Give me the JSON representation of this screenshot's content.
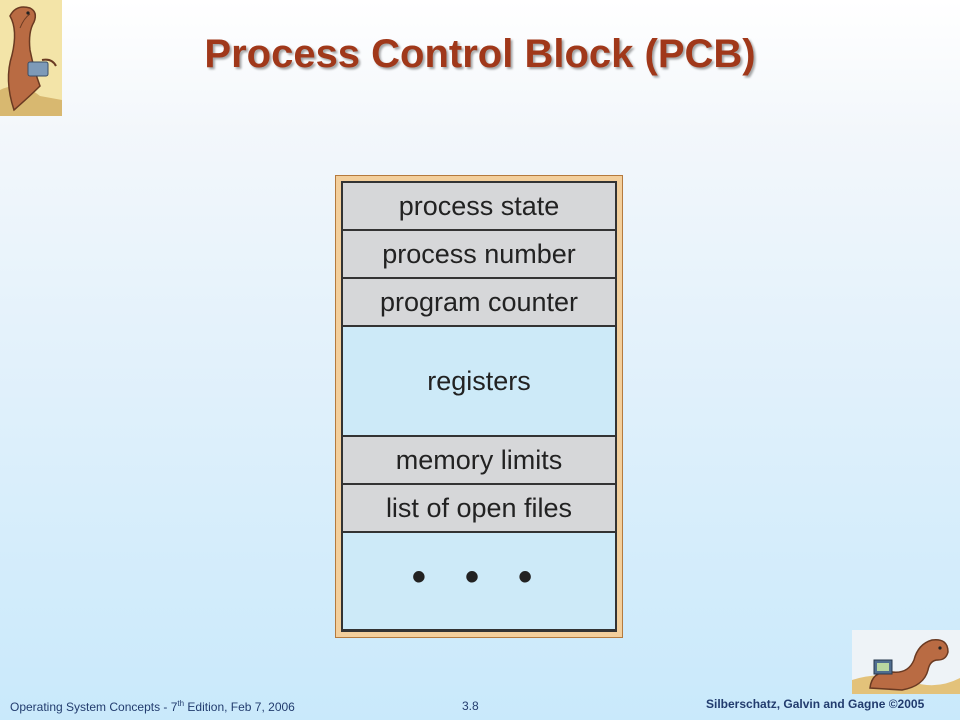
{
  "title": "Process Control Block (PCB)",
  "pcb_fields": [
    "process state",
    "process number",
    "program counter",
    "registers",
    "memory limits",
    "list of open files",
    "• • •"
  ],
  "footer": {
    "left_prefix": "Operating System Concepts  - 7",
    "left_sup": "th",
    "left_suffix": " Edition, Feb 7, 2006",
    "page": "3.8",
    "right": "Silberschatz, Galvin and Gagne ©2005"
  },
  "colors": {
    "title": "#a0381a",
    "row_gray": "#d6d7d9",
    "row_blue": "#cdeaf8",
    "frame": "#f3cf9c",
    "footer_text": "#223c6e"
  },
  "icons": {
    "top_left": "dinosaur-logo-icon",
    "bottom_right": "dinosaur-laptop-icon"
  }
}
